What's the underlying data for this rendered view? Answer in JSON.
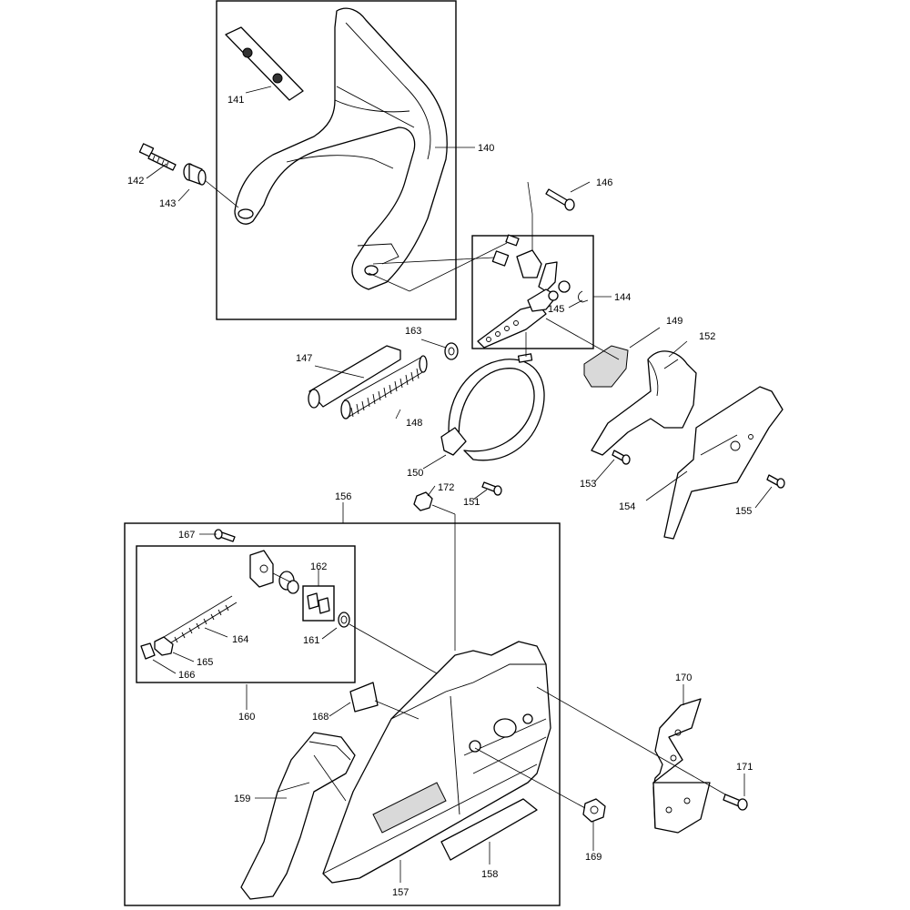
{
  "parts": [
    {
      "id": "p140",
      "label": "140"
    },
    {
      "id": "p141",
      "label": "141"
    },
    {
      "id": "p142",
      "label": "142"
    },
    {
      "id": "p143",
      "label": "143"
    },
    {
      "id": "p144",
      "label": "144"
    },
    {
      "id": "p145",
      "label": "145"
    },
    {
      "id": "p146",
      "label": "146"
    },
    {
      "id": "p147",
      "label": "147"
    },
    {
      "id": "p148",
      "label": "148"
    },
    {
      "id": "p149",
      "label": "149"
    },
    {
      "id": "p150",
      "label": "150"
    },
    {
      "id": "p151",
      "label": "151"
    },
    {
      "id": "p152",
      "label": "152"
    },
    {
      "id": "p153",
      "label": "153"
    },
    {
      "id": "p154",
      "label": "154"
    },
    {
      "id": "p155",
      "label": "155"
    },
    {
      "id": "p156",
      "label": "156"
    },
    {
      "id": "p157",
      "label": "157"
    },
    {
      "id": "p158",
      "label": "158"
    },
    {
      "id": "p159",
      "label": "159"
    },
    {
      "id": "p160",
      "label": "160"
    },
    {
      "id": "p161",
      "label": "161"
    },
    {
      "id": "p162",
      "label": "162"
    },
    {
      "id": "p163",
      "label": "163"
    },
    {
      "id": "p164",
      "label": "164"
    },
    {
      "id": "p165",
      "label": "165"
    },
    {
      "id": "p166",
      "label": "166"
    },
    {
      "id": "p167",
      "label": "167"
    },
    {
      "id": "p168",
      "label": "168"
    },
    {
      "id": "p169",
      "label": "169"
    },
    {
      "id": "p170",
      "label": "170"
    },
    {
      "id": "p171",
      "label": "171"
    },
    {
      "id": "p172",
      "label": "172"
    }
  ]
}
